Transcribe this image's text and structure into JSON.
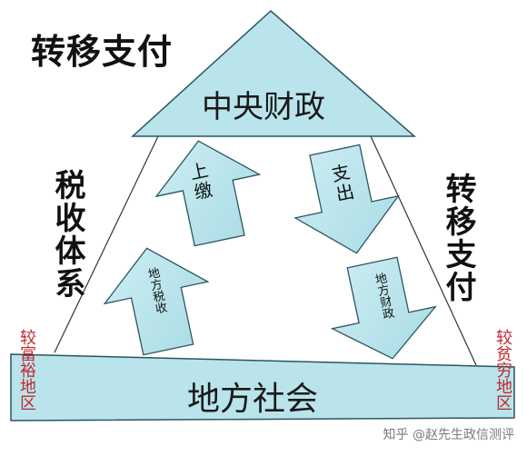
{
  "title": "转移支付",
  "central": "中央财政",
  "local": "地方社会",
  "left_side": "税收体系",
  "right_side": "转移支付",
  "arrows": {
    "up_top": "上缴",
    "up_bottom": "地方税收",
    "down_top": "支出",
    "down_bottom": "地方财政"
  },
  "edge_left": "较富裕地区",
  "edge_right": "较贫穷地区",
  "watermark": "知乎 @赵先生政信测评",
  "colors": {
    "fill": "#b9e4ec",
    "stroke": "#2c5560",
    "edge_text": "#c0282d"
  }
}
